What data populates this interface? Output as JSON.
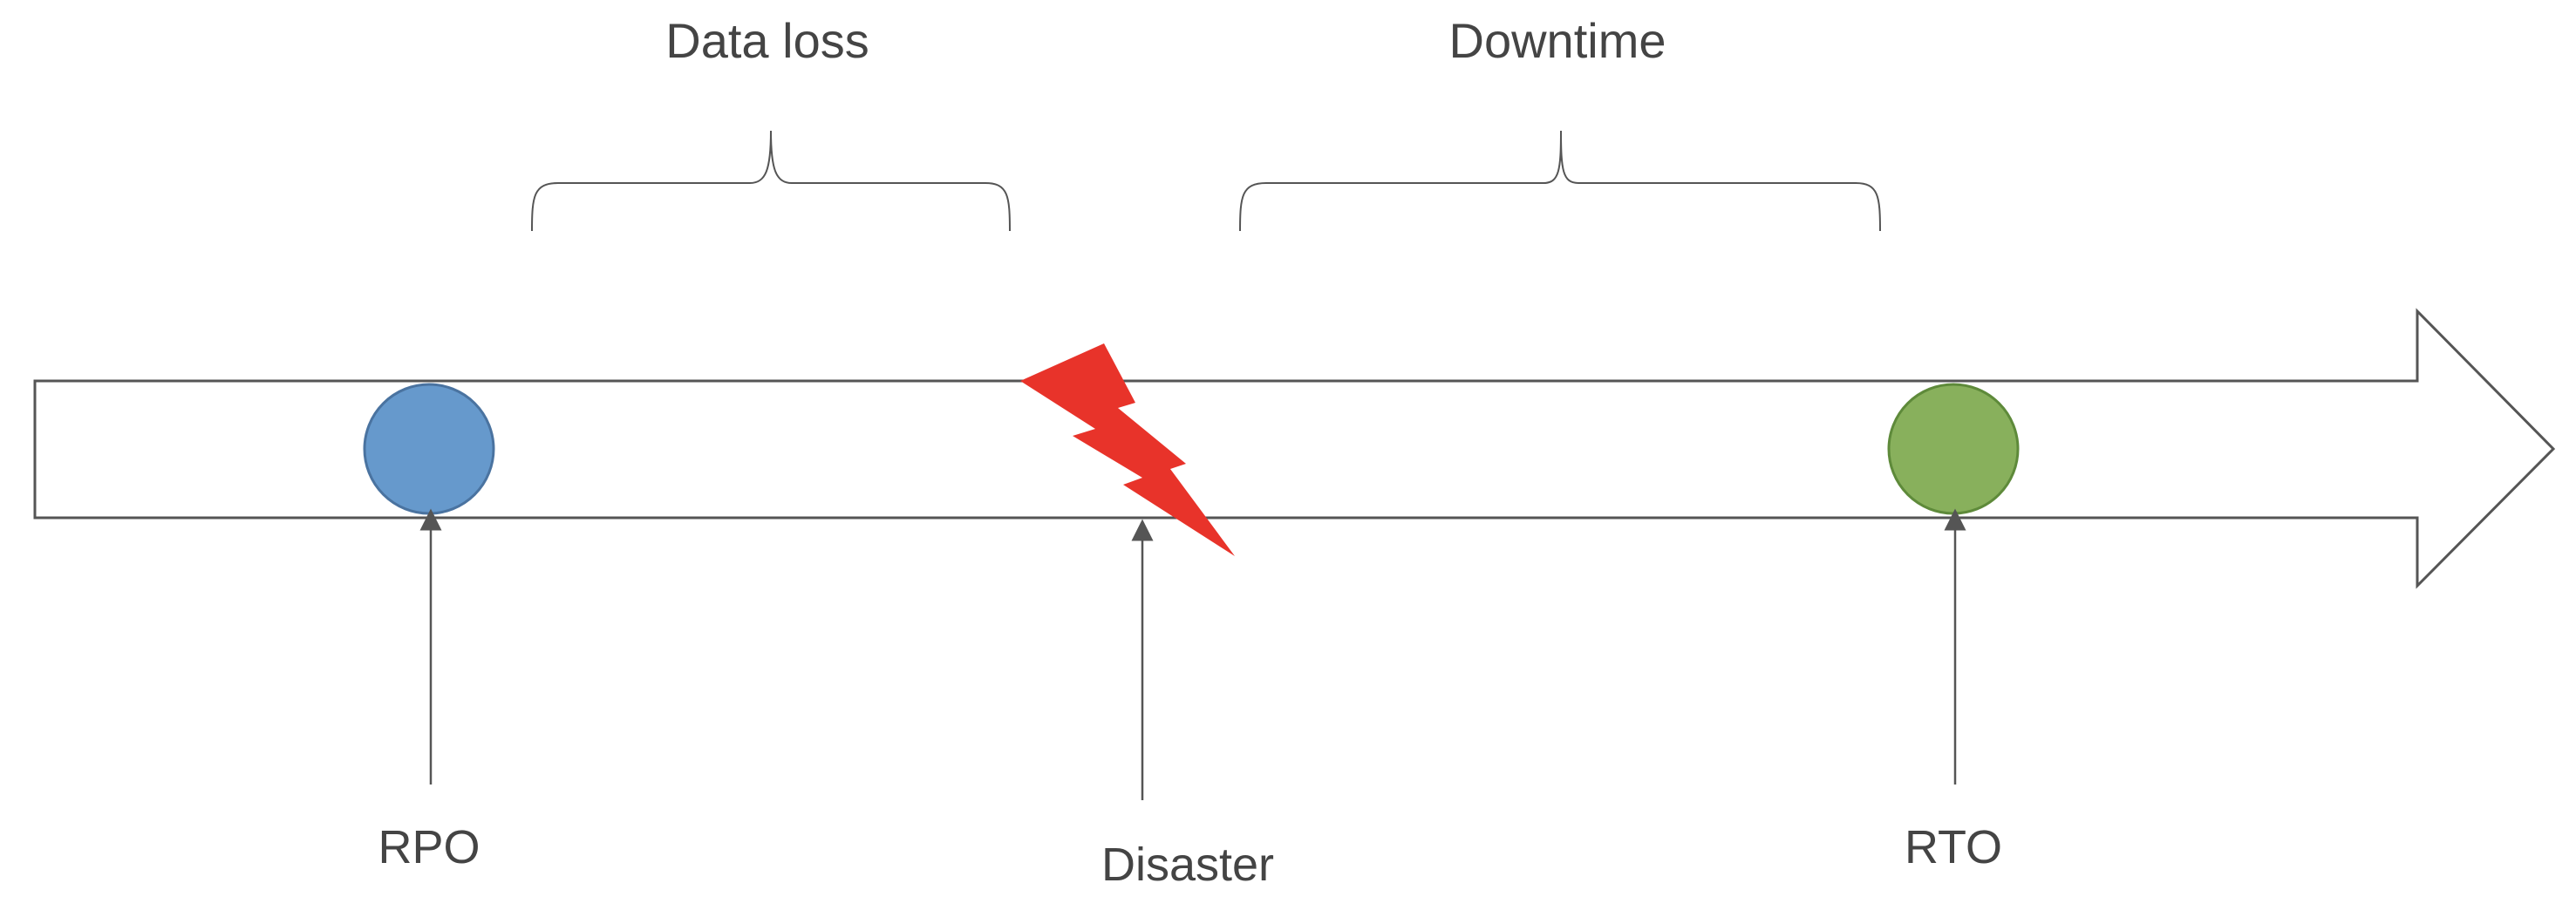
{
  "labels": {
    "data_loss": "Data loss",
    "downtime": "Downtime",
    "rpo": "RPO",
    "disaster": "Disaster",
    "rto": "RTO"
  },
  "icons": {
    "rpo_marker": "circle-icon",
    "rto_marker": "circle-icon",
    "disaster_marker": "lightning-bolt-icon"
  },
  "colors": {
    "rpo": "#6699CC",
    "rto": "#88B05C",
    "disaster": "#E8332A",
    "line": "#555555",
    "text": "#444444"
  }
}
